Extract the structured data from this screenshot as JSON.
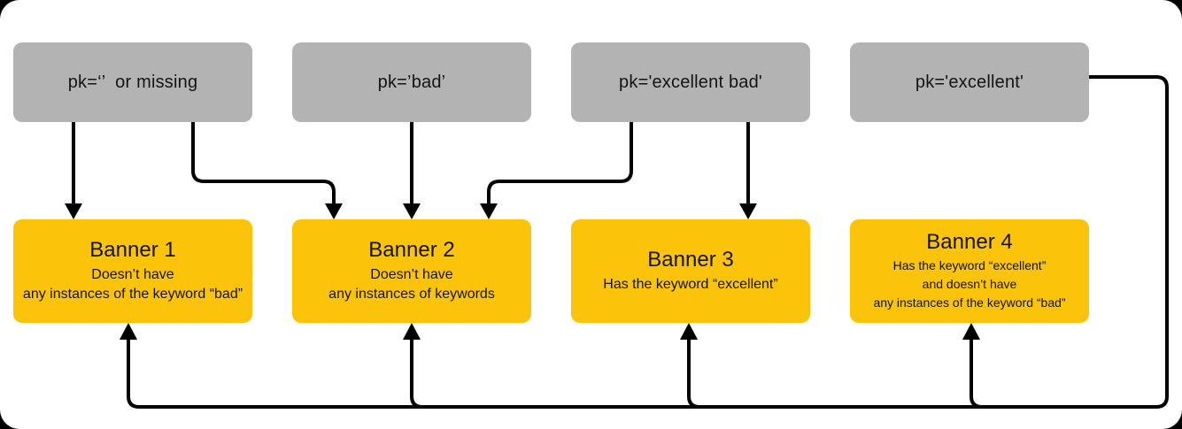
{
  "diagram": {
    "type": "flow-diagram",
    "description_visible": false
  },
  "colors": {
    "background": "#000000",
    "canvas": "#ffffff",
    "source_box": "#b3b3b3",
    "banner_box": "#fcc30b",
    "connector": "#000000",
    "text": "#141414"
  },
  "sources": [
    {
      "label": "pk=‘’  or missing"
    },
    {
      "label": "pk=’bad’"
    },
    {
      "label": "pk='excellent bad'"
    },
    {
      "label": "pk='excellent'"
    }
  ],
  "banners": [
    {
      "title": "Banner 1",
      "lines": [
        "Doesn’t have",
        "any instances of the keyword “bad”"
      ]
    },
    {
      "title": "Banner 2",
      "lines": [
        "Doesn’t have",
        "any instances of keywords"
      ]
    },
    {
      "title": "Banner 3",
      "lines": [
        "Has the keyword “excellent”"
      ]
    },
    {
      "title": "Banner 4",
      "lines": [
        "Has the keyword “excellent”",
        "and doesn’t have",
        "any instances of the keyword “bad”"
      ]
    }
  ],
  "edges": [
    {
      "from": "pk=‘’ or missing",
      "to": "Banner 1"
    },
    {
      "from": "pk=‘’ or missing",
      "to": "Banner 2"
    },
    {
      "from": "pk=’bad’",
      "to": "Banner 2"
    },
    {
      "from": "pk='excellent bad'",
      "to": "Banner 2"
    },
    {
      "from": "pk='excellent bad'",
      "to": "Banner 3"
    },
    {
      "from": "pk='excellent'",
      "to": "Banner 1"
    },
    {
      "from": "pk='excellent'",
      "to": "Banner 2"
    },
    {
      "from": "pk='excellent'",
      "to": "Banner 3"
    },
    {
      "from": "pk='excellent'",
      "to": "Banner 4"
    }
  ]
}
